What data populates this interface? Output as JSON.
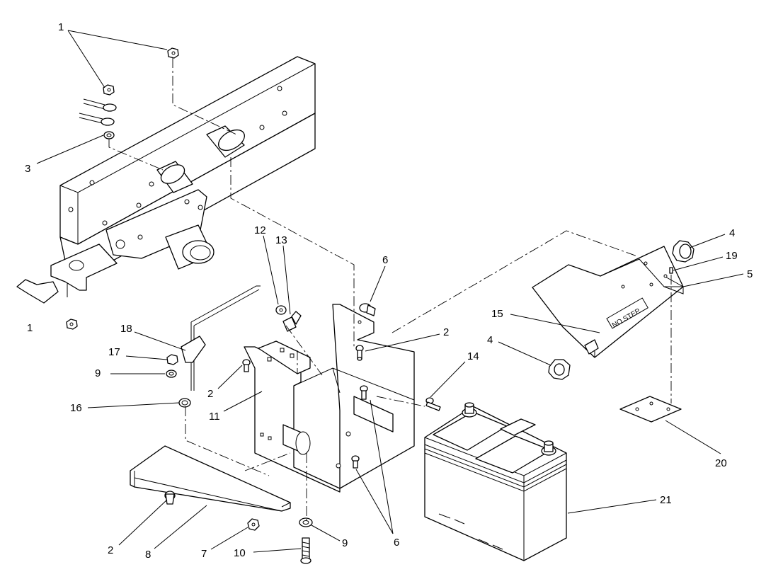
{
  "diagram": {
    "decal_text": "NO STEP",
    "callouts": [
      {
        "id": "c1a",
        "label": "1"
      },
      {
        "id": "c1b",
        "label": "1"
      },
      {
        "id": "c3",
        "label": "3"
      },
      {
        "id": "c12",
        "label": "12"
      },
      {
        "id": "c13",
        "label": "13"
      },
      {
        "id": "c6a",
        "label": "6"
      },
      {
        "id": "c4a",
        "label": "4"
      },
      {
        "id": "c19",
        "label": "19"
      },
      {
        "id": "c5",
        "label": "5"
      },
      {
        "id": "c15",
        "label": "15"
      },
      {
        "id": "c2a",
        "label": "2"
      },
      {
        "id": "c18",
        "label": "18"
      },
      {
        "id": "c17",
        "label": "17"
      },
      {
        "id": "c9a",
        "label": "9"
      },
      {
        "id": "c2b",
        "label": "2"
      },
      {
        "id": "c11",
        "label": "11"
      },
      {
        "id": "c16",
        "label": "16"
      },
      {
        "id": "c4b",
        "label": "4"
      },
      {
        "id": "c14",
        "label": "14"
      },
      {
        "id": "c20",
        "label": "20"
      },
      {
        "id": "c21",
        "label": "21"
      },
      {
        "id": "c6b",
        "label": "6"
      },
      {
        "id": "c2c",
        "label": "2"
      },
      {
        "id": "c8",
        "label": "8"
      },
      {
        "id": "c7",
        "label": "7"
      },
      {
        "id": "c10",
        "label": "10"
      },
      {
        "id": "c9b",
        "label": "9"
      }
    ]
  }
}
